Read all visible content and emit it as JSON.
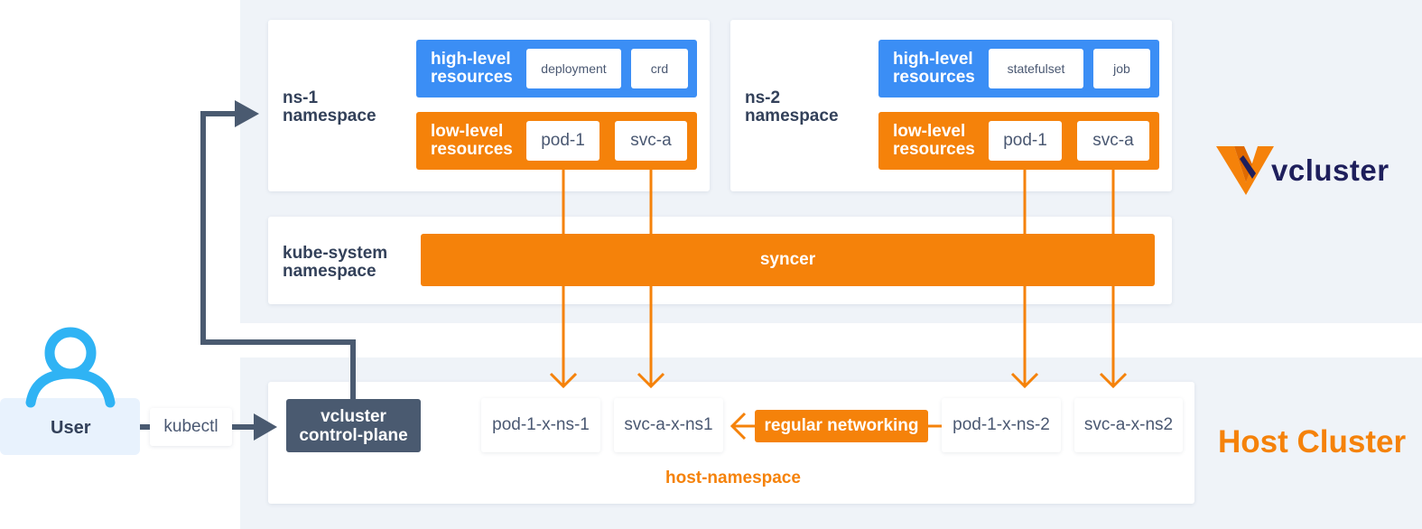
{
  "vcluster": {
    "namespaces": [
      {
        "label": "ns-1\nnamespace",
        "high_level": {
          "title": "high-level\nresources",
          "items": [
            "deployment",
            "crd"
          ]
        },
        "low_level": {
          "title": "low-level\nresources",
          "items": [
            "pod-1",
            "svc-a"
          ]
        }
      },
      {
        "label": "ns-2\nnamespace",
        "high_level": {
          "title": "high-level\nresources",
          "items": [
            "statefulset",
            "job"
          ]
        },
        "low_level": {
          "title": "low-level\nresources",
          "items": [
            "pod-1",
            "svc-a"
          ]
        }
      }
    ],
    "kube_system": {
      "label": "kube-system\nnamespace",
      "syncer": "syncer"
    },
    "logo_text": "vcluster"
  },
  "host": {
    "title": "Host Cluster",
    "namespace_label": "host-namespace",
    "resources": [
      "pod-1-x-ns-1",
      "svc-a-x-ns1",
      "pod-1-x-ns-2",
      "svc-a-x-ns2"
    ],
    "networking": "regular networking",
    "control_plane": "vcluster\ncontrol-plane"
  },
  "user": {
    "label": "User",
    "tool": "kubectl"
  },
  "colors": {
    "orange": "#f5820a",
    "blue": "#3b8ef5",
    "slate": "#4a5a70",
    "navy": "#1e1f5c",
    "user_icon": "#2fb3f4"
  }
}
